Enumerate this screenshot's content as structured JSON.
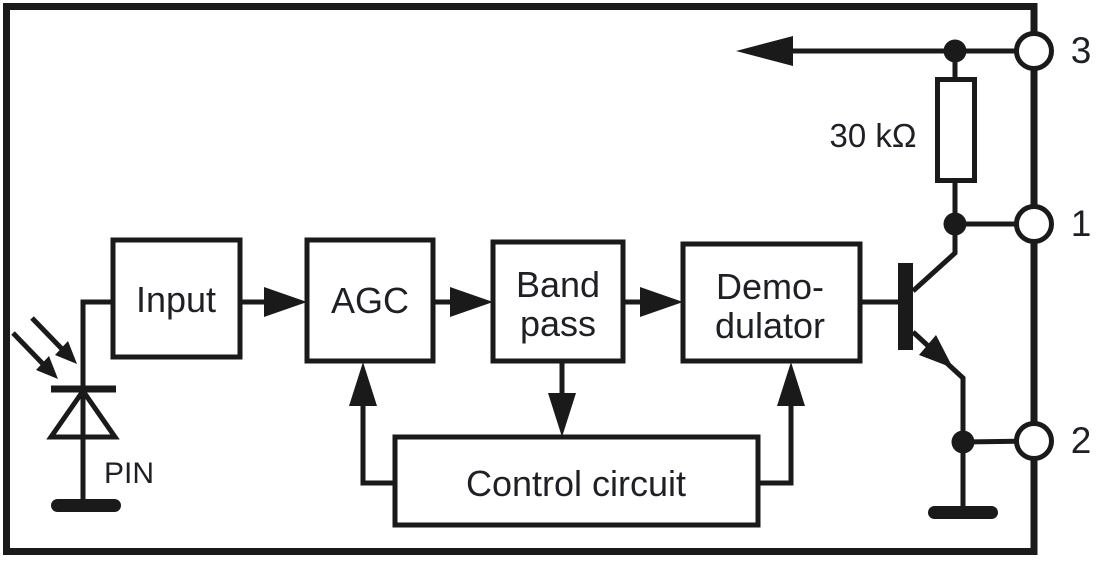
{
  "blocks": {
    "input": {
      "label": "Input"
    },
    "agc": {
      "label": "AGC"
    },
    "band_pass": {
      "line1": "Band",
      "line2": "pass"
    },
    "demodulator": {
      "line1": "Demo-",
      "line2": "dulator"
    },
    "control_circuit": {
      "label": "Control circuit"
    }
  },
  "components": {
    "resistor_label": "30 kΩ",
    "photodiode_label": "PIN"
  },
  "pins": {
    "pin3": "3",
    "pin1": "1",
    "pin2": "2"
  },
  "colors": {
    "line": "#1a1a1a",
    "text": "#1e2026",
    "background": "#ffffff"
  }
}
